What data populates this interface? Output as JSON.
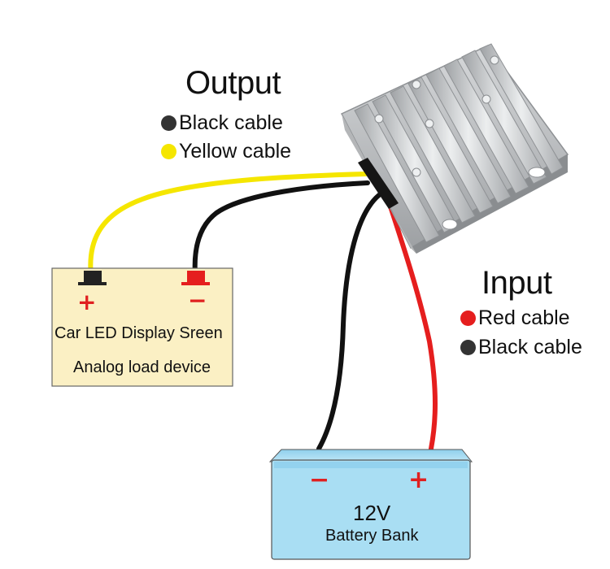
{
  "output": {
    "title": "Output",
    "cables": [
      {
        "label": "Black cable",
        "color": "#333333"
      },
      {
        "label": "Yellow cable",
        "color": "#f5e600"
      }
    ]
  },
  "input": {
    "title": "Input",
    "cables": [
      {
        "label": "Red cable",
        "color": "#e51e1e"
      },
      {
        "label": "Black cable",
        "color": "#333333"
      }
    ]
  },
  "load_device": {
    "positive_sign": "+",
    "negative_sign": "−",
    "name": "Car LED Display Sreen",
    "subtitle": "Analog load device",
    "fill_color": "#fbf0c4"
  },
  "battery": {
    "negative_sign": "−",
    "positive_sign": "+",
    "voltage": "12V",
    "name": "Battery Bank",
    "fill_color": "#a9def3"
  },
  "colors": {
    "wire_yellow": "#f5e600",
    "wire_black": "#111111",
    "wire_red": "#e51e1e",
    "sign_red": "#e02020",
    "converter": "#c6c8ca"
  },
  "icons": {
    "converter": "dc-converter-heatsink-icon",
    "load_positive_terminal": "black-terminal-icon",
    "load_negative_terminal": "red-terminal-icon"
  }
}
